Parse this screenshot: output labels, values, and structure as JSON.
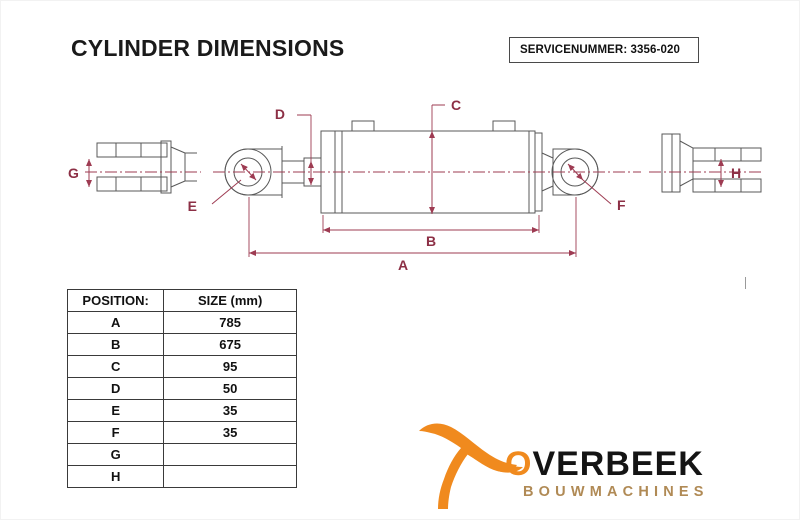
{
  "header": {
    "title": "CYLINDER DIMENSIONS",
    "service_label": "SERVICENUMMER: 3356-020"
  },
  "drawing": {
    "type": "hydraulic-cylinder-technical-drawing",
    "dimension_color": "#9e3b52",
    "outline_color": "#595959",
    "callouts": [
      {
        "id": "A",
        "label": "A",
        "kind": "horizontal-dimension",
        "measures": "overall-length-pin-to-pin"
      },
      {
        "id": "B",
        "label": "B",
        "kind": "horizontal-dimension",
        "measures": "barrel-length"
      },
      {
        "id": "C",
        "label": "C",
        "kind": "vertical-dimension",
        "measures": "barrel-outer-diameter"
      },
      {
        "id": "D",
        "label": "D",
        "kind": "vertical-dimension",
        "measures": "rod-diameter"
      },
      {
        "id": "E",
        "label": "E",
        "kind": "leader-diameter",
        "measures": "rod-end-bore-diameter"
      },
      {
        "id": "F",
        "label": "F",
        "kind": "leader-diameter",
        "measures": "base-end-bore-diameter"
      },
      {
        "id": "G",
        "label": "G",
        "kind": "vertical-dimension",
        "measures": "rod-end-clevis-width"
      },
      {
        "id": "H",
        "label": "H",
        "kind": "vertical-dimension",
        "measures": "base-end-clevis-width"
      }
    ]
  },
  "table": {
    "headers": [
      "POSITION:",
      "SIZE (mm)"
    ],
    "rows": [
      {
        "position": "A",
        "size": "785"
      },
      {
        "position": "B",
        "size": "675"
      },
      {
        "position": "C",
        "size": "95"
      },
      {
        "position": "D",
        "size": "50"
      },
      {
        "position": "E",
        "size": "35"
      },
      {
        "position": "F",
        "size": "35"
      },
      {
        "position": "G",
        "size": ""
      },
      {
        "position": "H",
        "size": ""
      }
    ]
  },
  "logo": {
    "lead_letter": "O",
    "word_rest": "VERBEEK",
    "subtitle": "BOUWMACHINES",
    "orange": "#f08a1e",
    "tan": "#b08a55",
    "black": "#141414"
  }
}
